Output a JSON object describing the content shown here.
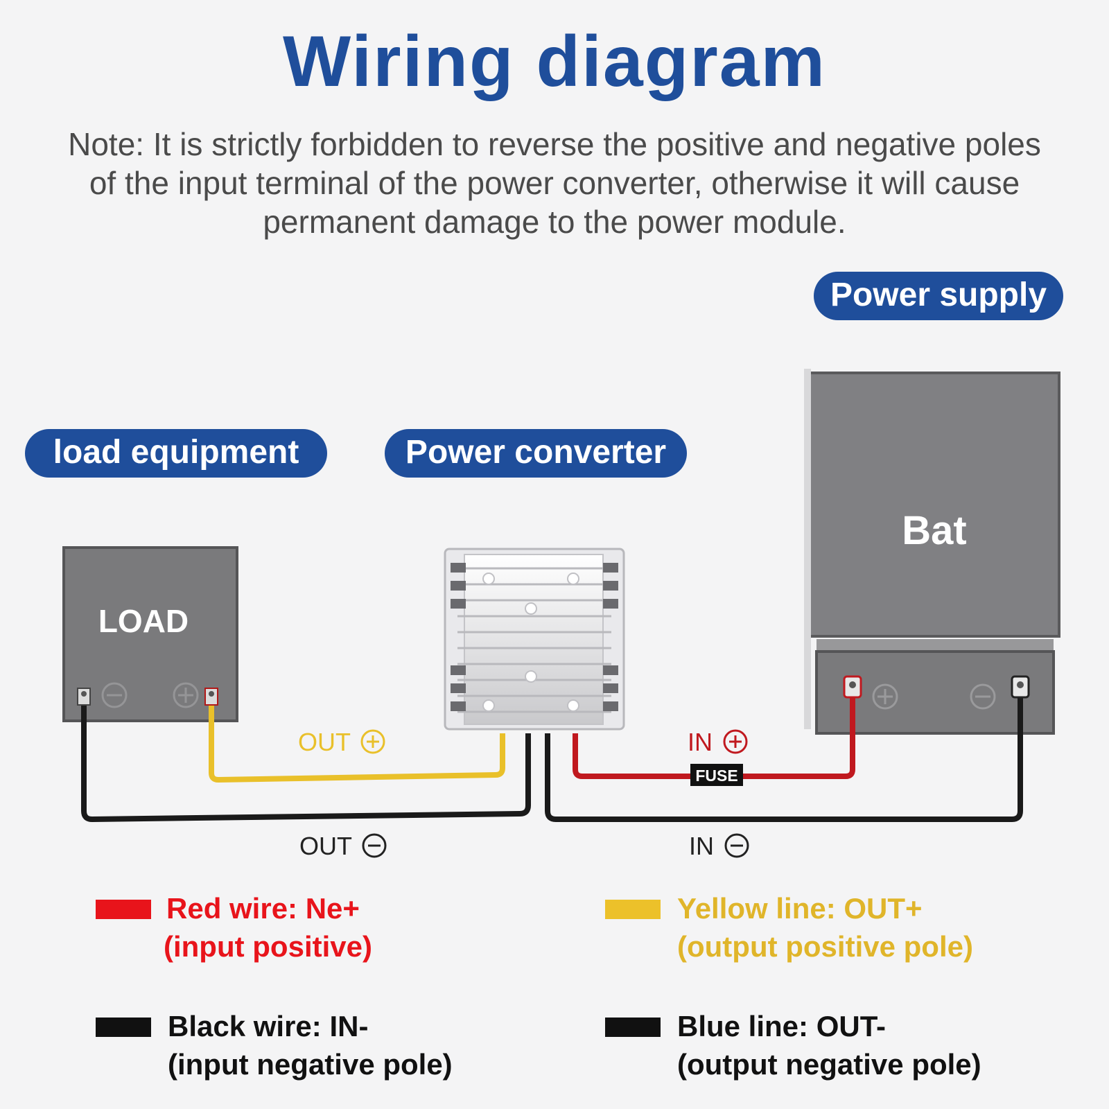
{
  "title": "Wiring diagram",
  "note": "Note: It is strictly forbidden to reverse the positive and negative poles of the input terminal of the power converter, otherwise it will cause permanent damage to the power module.",
  "labels": {
    "power_supply": "Power supply",
    "load_equipment": "load equipment",
    "power_converter": "Power converter"
  },
  "devices": {
    "load": "LOAD",
    "battery": "Bat",
    "fuse": "FUSE"
  },
  "terminals": {
    "out_pos": "OUT",
    "out_neg": "OUT",
    "in_pos": "IN",
    "in_neg": "IN"
  },
  "legend": {
    "red": {
      "line1": "Red wire: Ne+",
      "line2": "(input positive)",
      "color": "#e8141b"
    },
    "yellow": {
      "line1": "Yellow line: OUT+",
      "line2": "(output positive pole)",
      "color": "#ecc12a"
    },
    "black": {
      "line1": "Black wire: IN-",
      "line2": "(input negative pole)",
      "color": "#111111"
    },
    "blue": {
      "line1": "Blue line: OUT-",
      "line2": "(output negative pole)",
      "color": "#111111"
    }
  },
  "colors": {
    "brand_blue": "#1f4e9b",
    "wire_red": "#c0191f",
    "wire_yellow": "#e9c02a",
    "wire_black": "#1a1a1a",
    "device_gray": "#7a7a7c"
  }
}
